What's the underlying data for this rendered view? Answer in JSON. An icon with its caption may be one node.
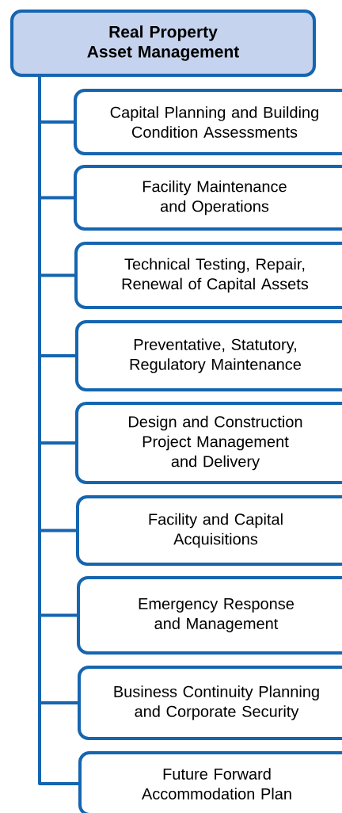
{
  "diagram": {
    "nodes": [
      {
        "text": [
          "Real Property Asset Management"
        ]
      },
      {
        "text": [
          "Capital Planning and Building Condition Assessments"
        ]
      },
      {
        "text": [
          "Facility Maintenance and Operations"
        ]
      },
      {
        "text": [
          "Technical Testing, Repair, Renewal of Capital Assets"
        ]
      },
      {
        "text": [
          "Preventative, Statutory, Regulatory Maintenance"
        ]
      },
      {
        "text": [
          "Design and Construction Project Management and Delivery"
        ]
      },
      {
        "text": [
          "Facility and Capital Acquisitions"
        ]
      },
      {
        "text": [
          "Emergency Response and Management"
        ]
      },
      {
        "text": [
          "Business Continuity Planning and Corporate Security"
        ]
      },
      {
        "text": [
          "Future Forward Accommodation Plan"
        ]
      }
    ],
    "edges": [
      {
        "from": 0,
        "to": 1,
        "arrow": "none"
      },
      {
        "from": 0,
        "to": 2,
        "arrow": "none"
      },
      {
        "from": 0,
        "to": 3,
        "arrow": "none"
      },
      {
        "from": 0,
        "to": 4,
        "arrow": "none"
      },
      {
        "from": 0,
        "to": 5,
        "arrow": "none"
      },
      {
        "from": 0,
        "to": 6,
        "arrow": "none"
      },
      {
        "from": 0,
        "to": 7,
        "arrow": "none"
      },
      {
        "from": 0,
        "to": 8,
        "arrow": "none"
      },
      {
        "from": 0,
        "to": 9,
        "arrow": "none"
      }
    ]
  }
}
